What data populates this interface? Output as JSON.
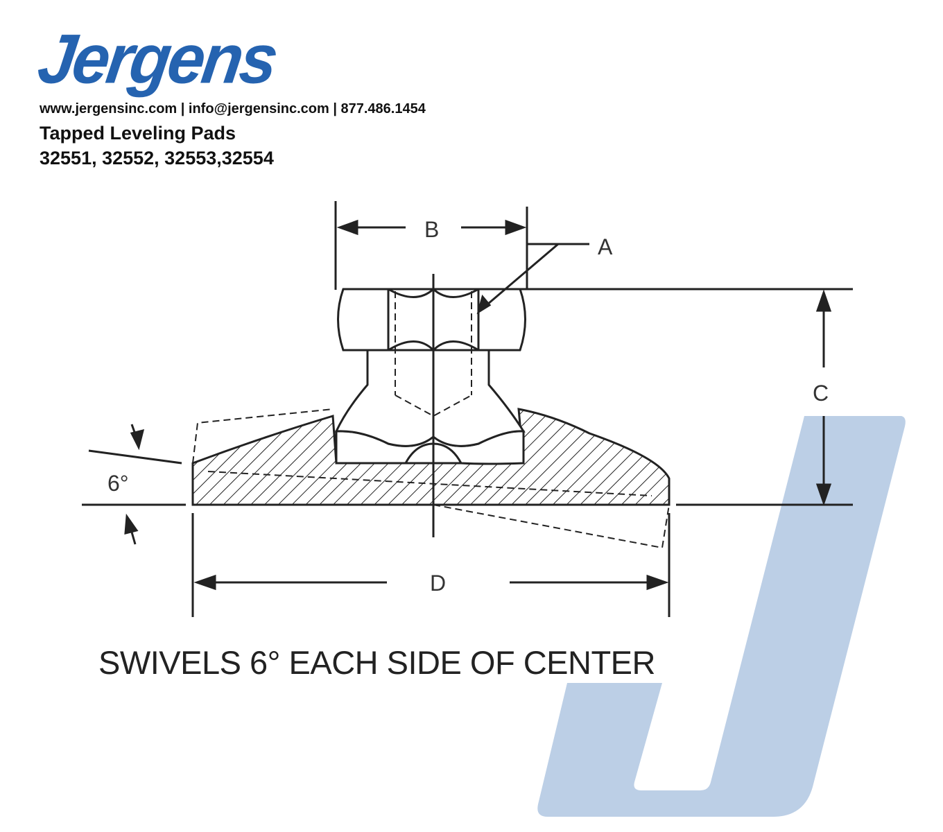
{
  "header": {
    "logo_text": "Jergens",
    "contact": "www.jergensinc.com | info@jergensinc.com | 877.486.1454",
    "title": "Tapped Leveling Pads",
    "part_numbers": "32551, 32552, 32553,32554"
  },
  "drawing": {
    "labels": {
      "a": "A",
      "b": "B",
      "c": "C",
      "d": "D",
      "angle": "6°"
    },
    "caption": "SWIVELS 6° EACH SIDE OF CENTER"
  },
  "colors": {
    "brand": "#2563b0",
    "watermark": "#bccfe6"
  }
}
